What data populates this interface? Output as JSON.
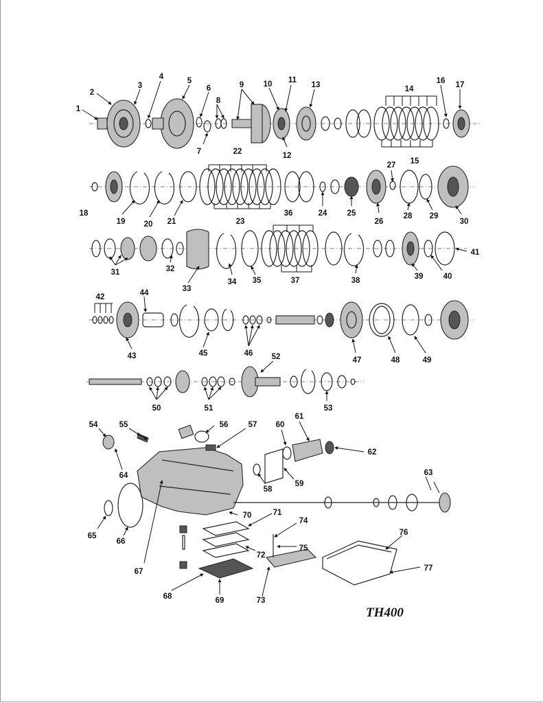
{
  "title": "TH400",
  "part_numbers": [
    "1",
    "2",
    "3",
    "4",
    "5",
    "6",
    "7",
    "8",
    "9",
    "10",
    "11",
    "12",
    "13",
    "14",
    "15",
    "16",
    "17",
    "18",
    "19",
    "20",
    "21",
    "22",
    "23",
    "24",
    "25",
    "26",
    "27",
    "28",
    "29",
    "30",
    "31",
    "32",
    "33",
    "34",
    "35",
    "36",
    "37",
    "38",
    "39",
    "40",
    "41",
    "42",
    "43",
    "44",
    "45",
    "46",
    "47",
    "48",
    "49",
    "50",
    "51",
    "52",
    "53",
    "54",
    "55",
    "56",
    "57",
    "58",
    "59",
    "60",
    "61",
    "62",
    "63",
    "64",
    "65",
    "66",
    "67",
    "68",
    "69",
    "70",
    "71",
    "72",
    "73",
    "74",
    "75",
    "76",
    "77"
  ]
}
